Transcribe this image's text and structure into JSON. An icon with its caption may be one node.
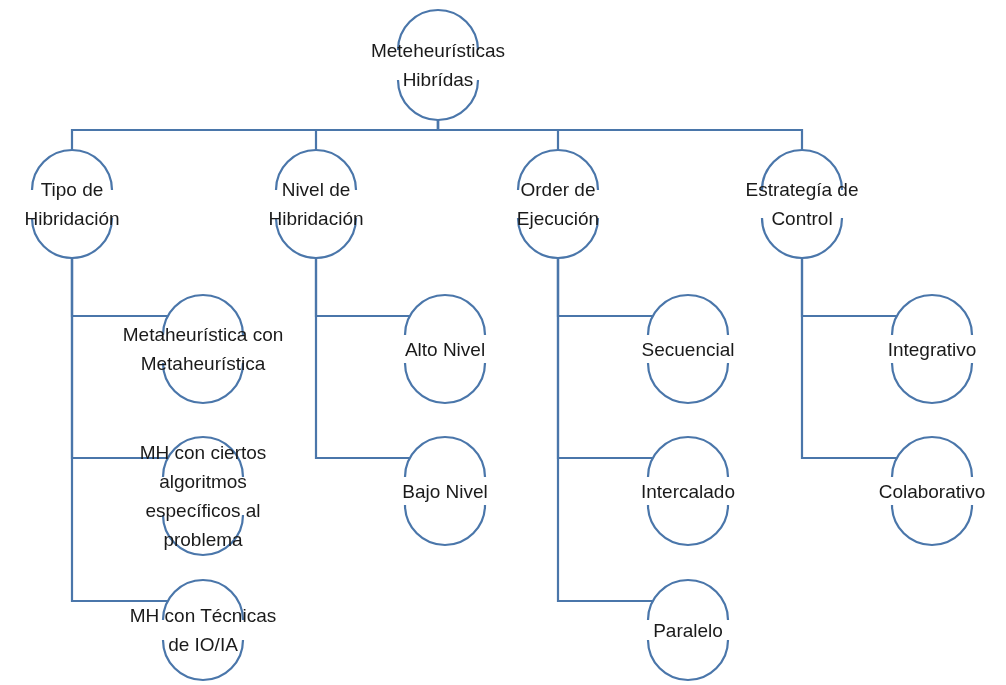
{
  "diagram": {
    "nodes": [
      {
        "text": [
          "Meteheurísticas Hibrídas"
        ]
      },
      {
        "text": [
          "Tipo de Hibridación"
        ]
      },
      {
        "text": [
          "Nivel de Hibridación"
        ]
      },
      {
        "text": [
          "Order de Ejecución"
        ]
      },
      {
        "text": [
          "Estrategía de Control"
        ]
      },
      {
        "text": [
          "Metaheurística con Metaheurística"
        ]
      },
      {
        "text": [
          "MH con ciertos algoritmos específicos al problema"
        ]
      },
      {
        "text": [
          "MH con Técnicas de IO/IA"
        ]
      },
      {
        "text": [
          "Alto Nivel"
        ]
      },
      {
        "text": [
          "Bajo Nivel"
        ]
      },
      {
        "text": [
          "Secuencial"
        ]
      },
      {
        "text": [
          "Intercalado"
        ]
      },
      {
        "text": [
          "Paralelo"
        ]
      },
      {
        "text": [
          "Integrativo"
        ]
      },
      {
        "text": [
          "Colaborativo"
        ]
      }
    ],
    "edges": [
      {
        "from": 0,
        "to": 1,
        "arrow": "none"
      },
      {
        "from": 0,
        "to": 2,
        "arrow": "none"
      },
      {
        "from": 0,
        "to": 3,
        "arrow": "none"
      },
      {
        "from": 0,
        "to": 4,
        "arrow": "none"
      },
      {
        "from": 1,
        "to": 5,
        "arrow": "none"
      },
      {
        "from": 1,
        "to": 6,
        "arrow": "none"
      },
      {
        "from": 1,
        "to": 7,
        "arrow": "none"
      },
      {
        "from": 2,
        "to": 8,
        "arrow": "none"
      },
      {
        "from": 2,
        "to": 9,
        "arrow": "none"
      },
      {
        "from": 3,
        "to": 10,
        "arrow": "none"
      },
      {
        "from": 3,
        "to": 11,
        "arrow": "none"
      },
      {
        "from": 3,
        "to": 12,
        "arrow": "none"
      },
      {
        "from": 4,
        "to": 13,
        "arrow": "none"
      },
      {
        "from": 4,
        "to": 14,
        "arrow": "none"
      }
    ]
  }
}
